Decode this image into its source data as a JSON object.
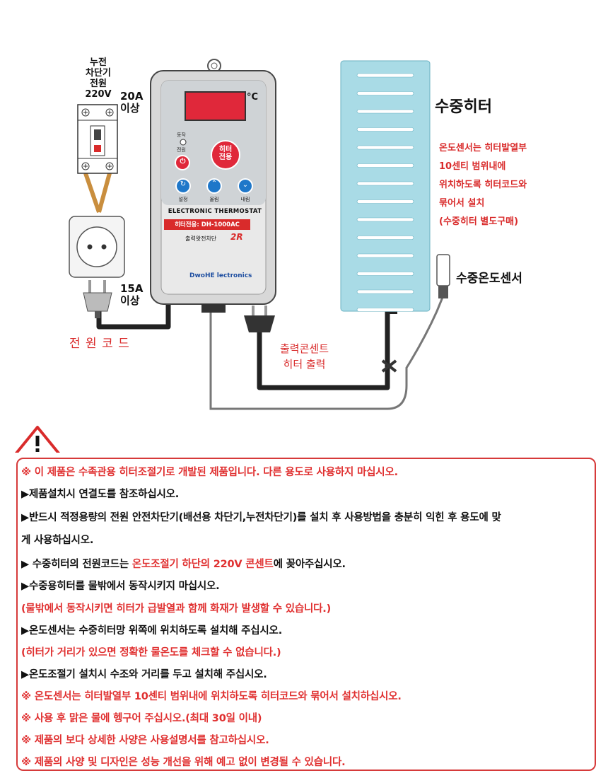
{
  "diagram": {
    "breaker_label": [
      "누전",
      "차단기",
      "전원",
      "220V"
    ],
    "breaker_rating": [
      "20A",
      "이상"
    ],
    "plug_rating": [
      "15A",
      "이상"
    ],
    "power_cord_label": "전 원 코 드",
    "device": {
      "unit": "°C",
      "status_run": "동작",
      "status_power": "전원",
      "heater_only_badge": [
        "히터",
        "전용"
      ],
      "btn_set": "설정",
      "btn_up": "올림",
      "btn_down": "내림",
      "product_title": "ELECTRONIC THERMOSTAT",
      "model": "히터전용: DH-1000AC",
      "output_note": "출력왓전차단",
      "output_badge": "2R",
      "brand": "DwoHE lectronics"
    },
    "heater_title": "수중히터",
    "heater_notes": [
      "온도센서는 히터발열부",
      "10센티 범위내에",
      "위치하도록 히터코드와",
      "묶어서 설치",
      "(수중히터 별도구매)"
    ],
    "sensor_label": "수중온도센서",
    "output_label": [
      "출력콘센트",
      "히터 출력"
    ],
    "colors": {
      "accent_red": "#d92b2b",
      "heater_fill": "#a9dbe6",
      "display_red": "#e0283a",
      "button_blue": "#1e77c9"
    }
  },
  "notes": [
    "※ 이 제품은 수족관용 히터조절기로 개발된 제품입니다. 다른 용도로 사용하지 마십시오.",
    "▶제품설치시 연결도를 참조하십시오.",
    "▶반드시 적정용량의 전원 안전차단기(배선용 차단기,누전차단기)를 설치 후 사용방법을 충분히 익힌 후 용도에 맞",
    "게 사용하십시오.",
    "▶ 수중히터의 전원코드는 ",
    "온도조절기 하단의 220V 콘센트",
    "에 꽂아주십시오.",
    "▶수중용히터를 물밖에서 동작시키지 마십시오.",
    " (물밖에서 동작시키면 히터가 급발열과 함께 화재가 발생할 수 있습니다.)",
    "▶온도센서는 수중히터망 위쪽에 위치하도록 설치해 주십시오.",
    " (히터가 거리가 있으면 정확한 물온도를 체크할 수 없습니다.)",
    "▶온도조절기 설치시 수조와 거리를 두고 설치해 주십시오.",
    "※ 온도센서는 히터발열부 10센티 범위내에 위치하도록  히터코드와 묶어서 설치하십시오.",
    "※ 사용 후 맑은 물에 헹구어 주십시오.(최대 30일 이내)",
    "※ 제품의 보다 상세한 사양은 사용설명서를 참고하십시오.",
    "※ 제품의 사양 및 디자인은 성능 개선을 위해 예고 없이 변경될 수 있습니다."
  ]
}
